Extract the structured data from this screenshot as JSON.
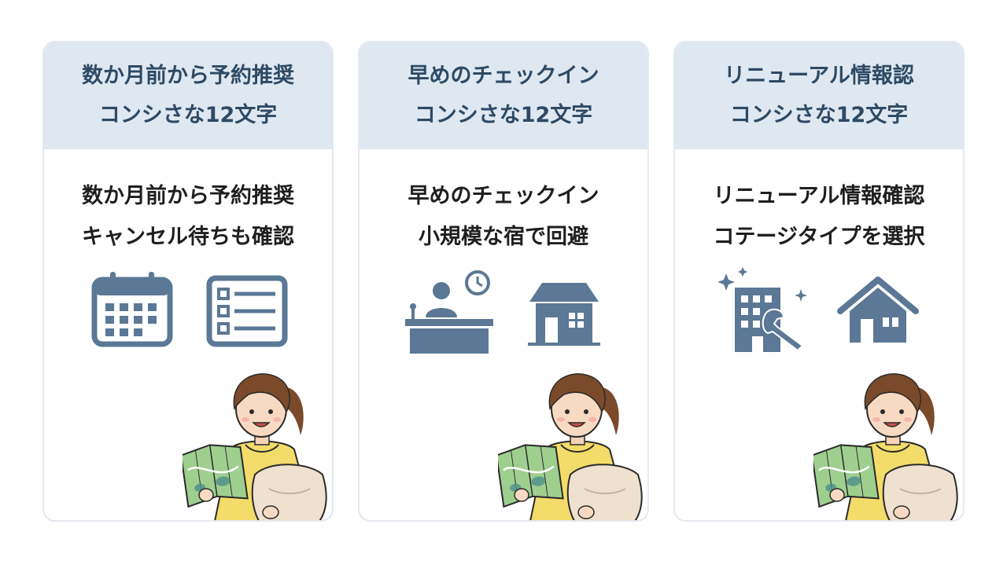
{
  "colors": {
    "header_bg": "#dfe8f0",
    "header_text": "#2d4a66",
    "icon": "#5b7896",
    "card_border": "#e4e9ef"
  },
  "cards": [
    {
      "header": [
        "数か月前から予約推奨",
        "コンシさな12文字"
      ],
      "body": [
        "数か月前から予約推奨",
        "キャンセル待ちも確認"
      ],
      "icons": [
        "calendar-icon",
        "checklist-icon"
      ]
    },
    {
      "header": [
        "早めのチェックイン",
        "コンシさな12文字"
      ],
      "body": [
        "早めのチェックイン",
        "小規模な宿で回避"
      ],
      "icons": [
        "reception-desk-clock-icon",
        "small-house-icon"
      ]
    },
    {
      "header": [
        "リニューアル情報認",
        "コンシさな12文字"
      ],
      "body": [
        "リニューアル情報確認",
        "コテージタイプを選択"
      ],
      "icons": [
        "renovated-building-icon",
        "cottage-icon"
      ]
    }
  ]
}
